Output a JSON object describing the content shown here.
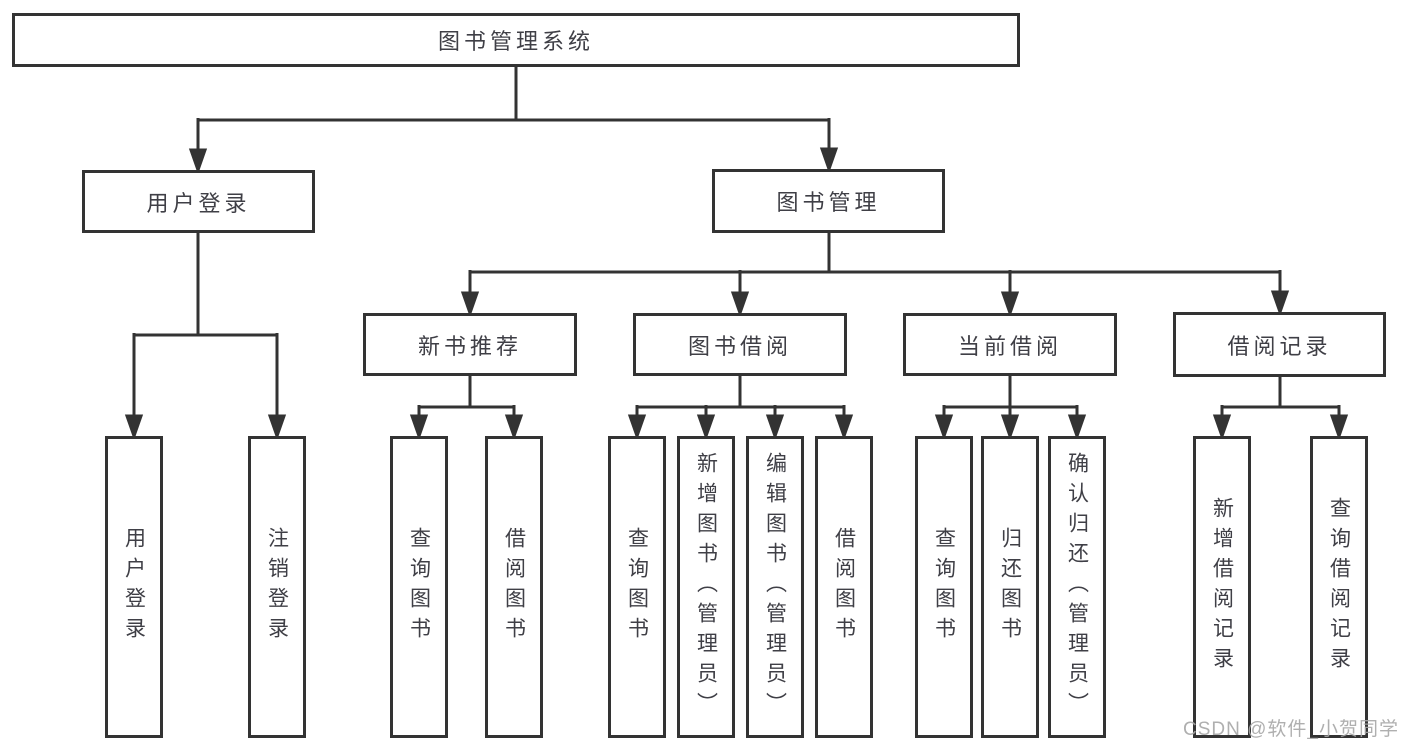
{
  "diagram_title": "图书管理系统",
  "watermark": "CSDN @软件_小贺同学",
  "nodes": {
    "root": "图书管理系统",
    "user_login": "用户登录",
    "book_management": "图书管理",
    "login": "用户登录",
    "logout": "注销登录",
    "new_book_recommend": "新书推荐",
    "book_borrowing": "图书借阅",
    "current_borrowing": "当前借阅",
    "borrowing_records": "借阅记录",
    "nbr_query_books": "查询图书",
    "nbr_borrow_books": "借阅图书",
    "bb_query_books": "查询图书",
    "bb_add_books": "新增图书（管理员）",
    "bb_edit_books": "编辑图书（管理员）",
    "bb_borrow_books": "借阅图书",
    "cb_query_books": "查询图书",
    "cb_return_books": "归还图书",
    "cb_confirm_return": "确认归还（管理员）",
    "br_add_record": "新增借阅记录",
    "br_query_record": "查询借阅记录"
  },
  "colors": {
    "line": "#333333",
    "text": "#3f3f46",
    "watermark": "#a7a7a7",
    "background": "#ffffff"
  }
}
